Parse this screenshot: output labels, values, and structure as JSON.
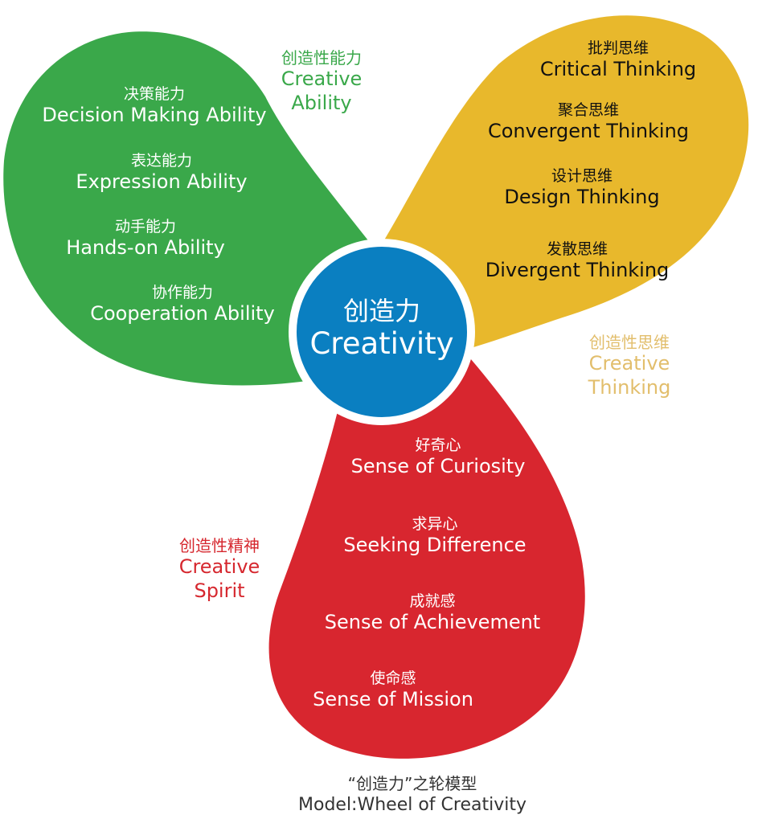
{
  "colors": {
    "green": "#3aa84a",
    "yellow": "#e8b82c",
    "red": "#d8262f",
    "blue": "#0a7fc1",
    "green_label": "#3aa84a",
    "yellow_label": "#e2be6c",
    "red_label": "#d6282f"
  },
  "center": {
    "zh": "创造力",
    "en": "Creativity"
  },
  "petals": {
    "green": {
      "label_zh": "创造性能力",
      "label_en_1": "Creative",
      "label_en_2": "Ability",
      "items": [
        {
          "zh": "决策能力",
          "en": "Decision Making Ability"
        },
        {
          "zh": "表达能力",
          "en": "Expression Ability"
        },
        {
          "zh": "动手能力",
          "en": "Hands-on  Ability"
        },
        {
          "zh": "协作能力",
          "en": "Cooperation Ability"
        }
      ]
    },
    "yellow": {
      "label_zh": "创造性思维",
      "label_en_1": "Creative",
      "label_en_2": "Thinking",
      "items": [
        {
          "zh": "批判思维",
          "en": "Critical  Thinking"
        },
        {
          "zh": "聚合思维",
          "en": "Convergent Thinking"
        },
        {
          "zh": "设计思维",
          "en": "Design Thinking"
        },
        {
          "zh": "发散思维",
          "en": "Divergent Thinking"
        }
      ]
    },
    "red": {
      "label_zh": "创造性精神",
      "label_en_1": "Creative",
      "label_en_2": "Spirit",
      "items": [
        {
          "zh": "好奇心",
          "en": "Sense of Curiosity"
        },
        {
          "zh": "求异心",
          "en": "Seeking  Difference"
        },
        {
          "zh": "成就感",
          "en": "Sense of Achievement"
        },
        {
          "zh": "使命感",
          "en": "Sense of Mission"
        }
      ]
    }
  },
  "caption": {
    "zh": "“创造力”之轮模型",
    "en": "Model:Wheel of Creativity"
  }
}
